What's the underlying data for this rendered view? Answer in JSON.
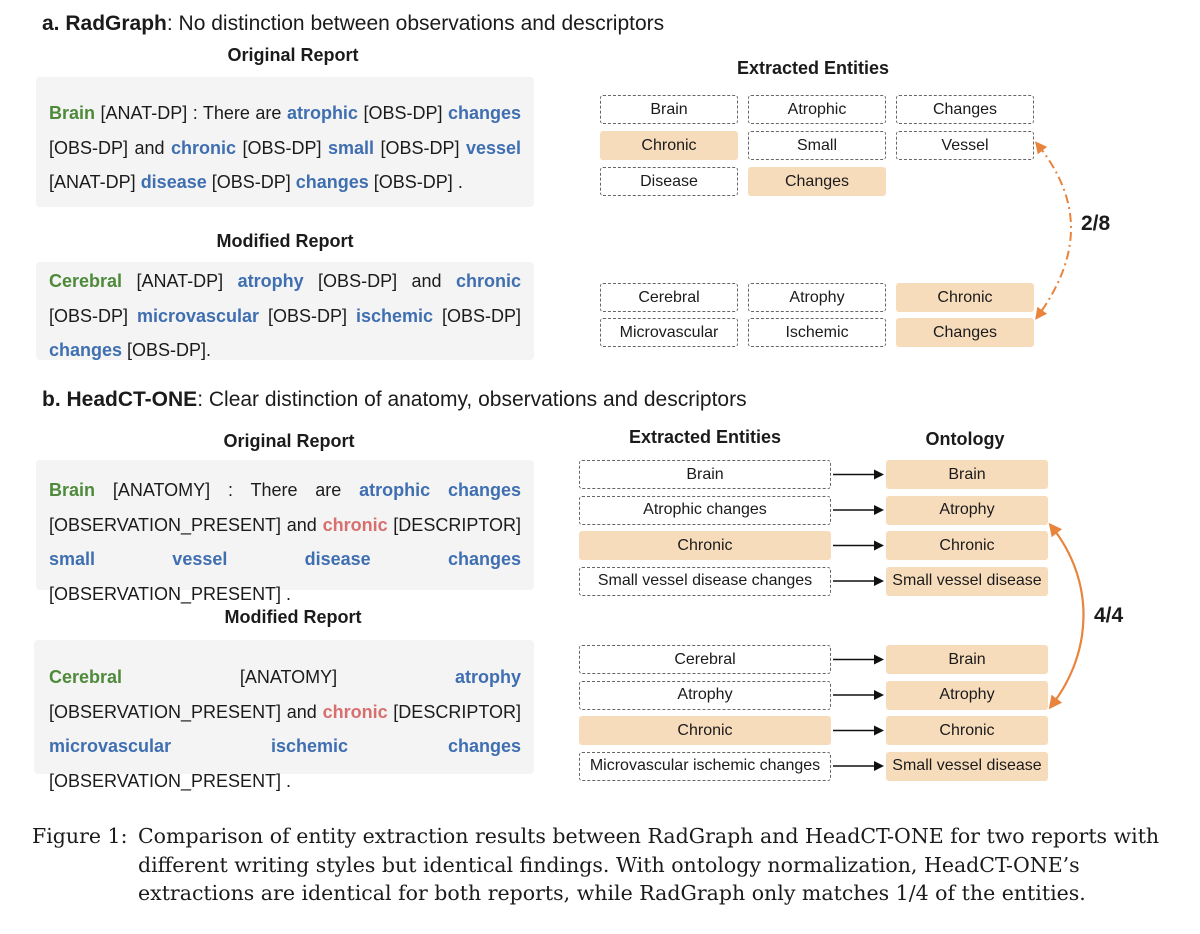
{
  "section_a": {
    "label": "a. RadGraph",
    "subtitle": ": No distinction between observations and descriptors",
    "original_heading": "Original Report",
    "modified_heading": "Modified Report",
    "entities_heading": "Extracted Entities",
    "original_report": [
      {
        "t": "Brain",
        "c": "anat"
      },
      {
        "t": " [ANAT-DP] : There are "
      },
      {
        "t": "atrophic",
        "c": "obs"
      },
      {
        "t": " [OBS-DP] "
      },
      {
        "t": "changes",
        "c": "obs"
      },
      {
        "t": " [OBS-DP] and "
      },
      {
        "t": "chronic",
        "c": "obs"
      },
      {
        "t": " [OBS-DP] "
      },
      {
        "t": "small",
        "c": "obs"
      },
      {
        "t": " [OBS-DP] "
      },
      {
        "t": "vessel",
        "c": "obs"
      },
      {
        "t": " [ANAT-DP] "
      },
      {
        "t": "disease",
        "c": "obs"
      },
      {
        "t": " [OBS-DP] "
      },
      {
        "t": "changes",
        "c": "obs"
      },
      {
        "t": " [OBS-DP] ."
      }
    ],
    "modified_report": [
      {
        "t": "Cerebral",
        "c": "anat"
      },
      {
        "t": " [ANAT-DP] "
      },
      {
        "t": "atrophy",
        "c": "obs"
      },
      {
        "t": " [OBS-DP] and "
      },
      {
        "t": "chronic",
        "c": "obs"
      },
      {
        "t": " [OBS-DP] "
      },
      {
        "t": "microvascular",
        "c": "obs"
      },
      {
        "t": " [OBS-DP] "
      },
      {
        "t": "ischemic",
        "c": "obs"
      },
      {
        "t": " [OBS-DP] "
      },
      {
        "t": "changes",
        "c": "obs"
      },
      {
        "t": " [OBS-DP]."
      }
    ],
    "entities_top": [
      {
        "label": "Brain",
        "style": "dash"
      },
      {
        "label": "Atrophic",
        "style": "dash"
      },
      {
        "label": "Changes",
        "style": "dash"
      },
      {
        "label": "Chronic",
        "style": "fill"
      },
      {
        "label": "Small",
        "style": "dash"
      },
      {
        "label": "Vessel",
        "style": "dash"
      },
      {
        "label": "Disease",
        "style": "dash"
      },
      {
        "label": "Changes",
        "style": "fill"
      }
    ],
    "entities_bottom": [
      {
        "label": "Cerebral",
        "style": "dash"
      },
      {
        "label": "Atrophy",
        "style": "dash"
      },
      {
        "label": "Chronic",
        "style": "fill"
      },
      {
        "label": "Microvascular",
        "style": "dash"
      },
      {
        "label": "Ischemic",
        "style": "dash"
      },
      {
        "label": "Changes",
        "style": "fill"
      }
    ],
    "match_ratio": "2/8"
  },
  "section_b": {
    "label": "b. HeadCT-ONE",
    "subtitle": ": Clear distinction of anatomy, observations and descriptors",
    "original_heading": "Original Report",
    "modified_heading": "Modified Report",
    "entities_heading": "Extracted Entities",
    "ontology_heading": "Ontology",
    "original_report": [
      {
        "t": "Brain",
        "c": "anat"
      },
      {
        "t": " [ANATOMY] : There are "
      },
      {
        "t": "atrophic",
        "c": "obs"
      },
      {
        "t": " "
      },
      {
        "t": "changes",
        "c": "obs"
      },
      {
        "t": " [OBSERVATION_PRESENT] and "
      },
      {
        "t": "chronic",
        "c": "desc"
      },
      {
        "t": " [DESCRIPTOR] "
      },
      {
        "t": "small vessel disease changes",
        "c": "obs"
      },
      {
        "t": " [OBSERVATION_PRESENT] ."
      }
    ],
    "modified_report": [
      {
        "t": "Cerebral",
        "c": "anat"
      },
      {
        "t": " [ANATOMY] "
      },
      {
        "t": "atrophy",
        "c": "obs"
      },
      {
        "t": " [OBSERVATION_PRESENT] and "
      },
      {
        "t": "chronic",
        "c": "desc"
      },
      {
        "t": " [DESCRIPTOR] "
      },
      {
        "t": "microvascular",
        "c": "obs"
      },
      {
        "t": " "
      },
      {
        "t": "ischemic",
        "c": "obs"
      },
      {
        "t": " "
      },
      {
        "t": "changes",
        "c": "obs"
      },
      {
        "t": " [OBSERVATION_PRESENT] ."
      }
    ],
    "mappings_top": [
      {
        "entity": "Brain",
        "entity_style": "dash",
        "ontology": "Brain"
      },
      {
        "entity": "Atrophic changes",
        "entity_style": "dash",
        "ontology": "Atrophy"
      },
      {
        "entity": "Chronic",
        "entity_style": "fill",
        "ontology": "Chronic"
      },
      {
        "entity": "Small vessel disease changes",
        "entity_style": "dash",
        "ontology": "Small vessel disease"
      }
    ],
    "mappings_bottom": [
      {
        "entity": "Cerebral",
        "entity_style": "dash",
        "ontology": "Brain"
      },
      {
        "entity": "Atrophy",
        "entity_style": "dash",
        "ontology": "Atrophy"
      },
      {
        "entity": "Chronic",
        "entity_style": "fill",
        "ontology": "Chronic"
      },
      {
        "entity": "Microvascular ischemic changes",
        "entity_style": "dash",
        "ontology": "Small vessel disease"
      }
    ],
    "match_ratio": "4/4"
  },
  "caption": {
    "label": "Figure 1:",
    "text": "Comparison of entity extraction results between RadGraph and HeadCT-ONE for two reports with different writing styles but identical findings. With ontology normalization, HeadCT-ONE’s extractions are identical for both reports, while RadGraph only matches 1/4 of the entities."
  },
  "colors": {
    "anatomy": "#4e8a3a",
    "observation": "#3f6fb0",
    "descriptor": "#d86f6f",
    "highlight_fill": "#f7dcbc",
    "arrow": "#e8843c"
  }
}
